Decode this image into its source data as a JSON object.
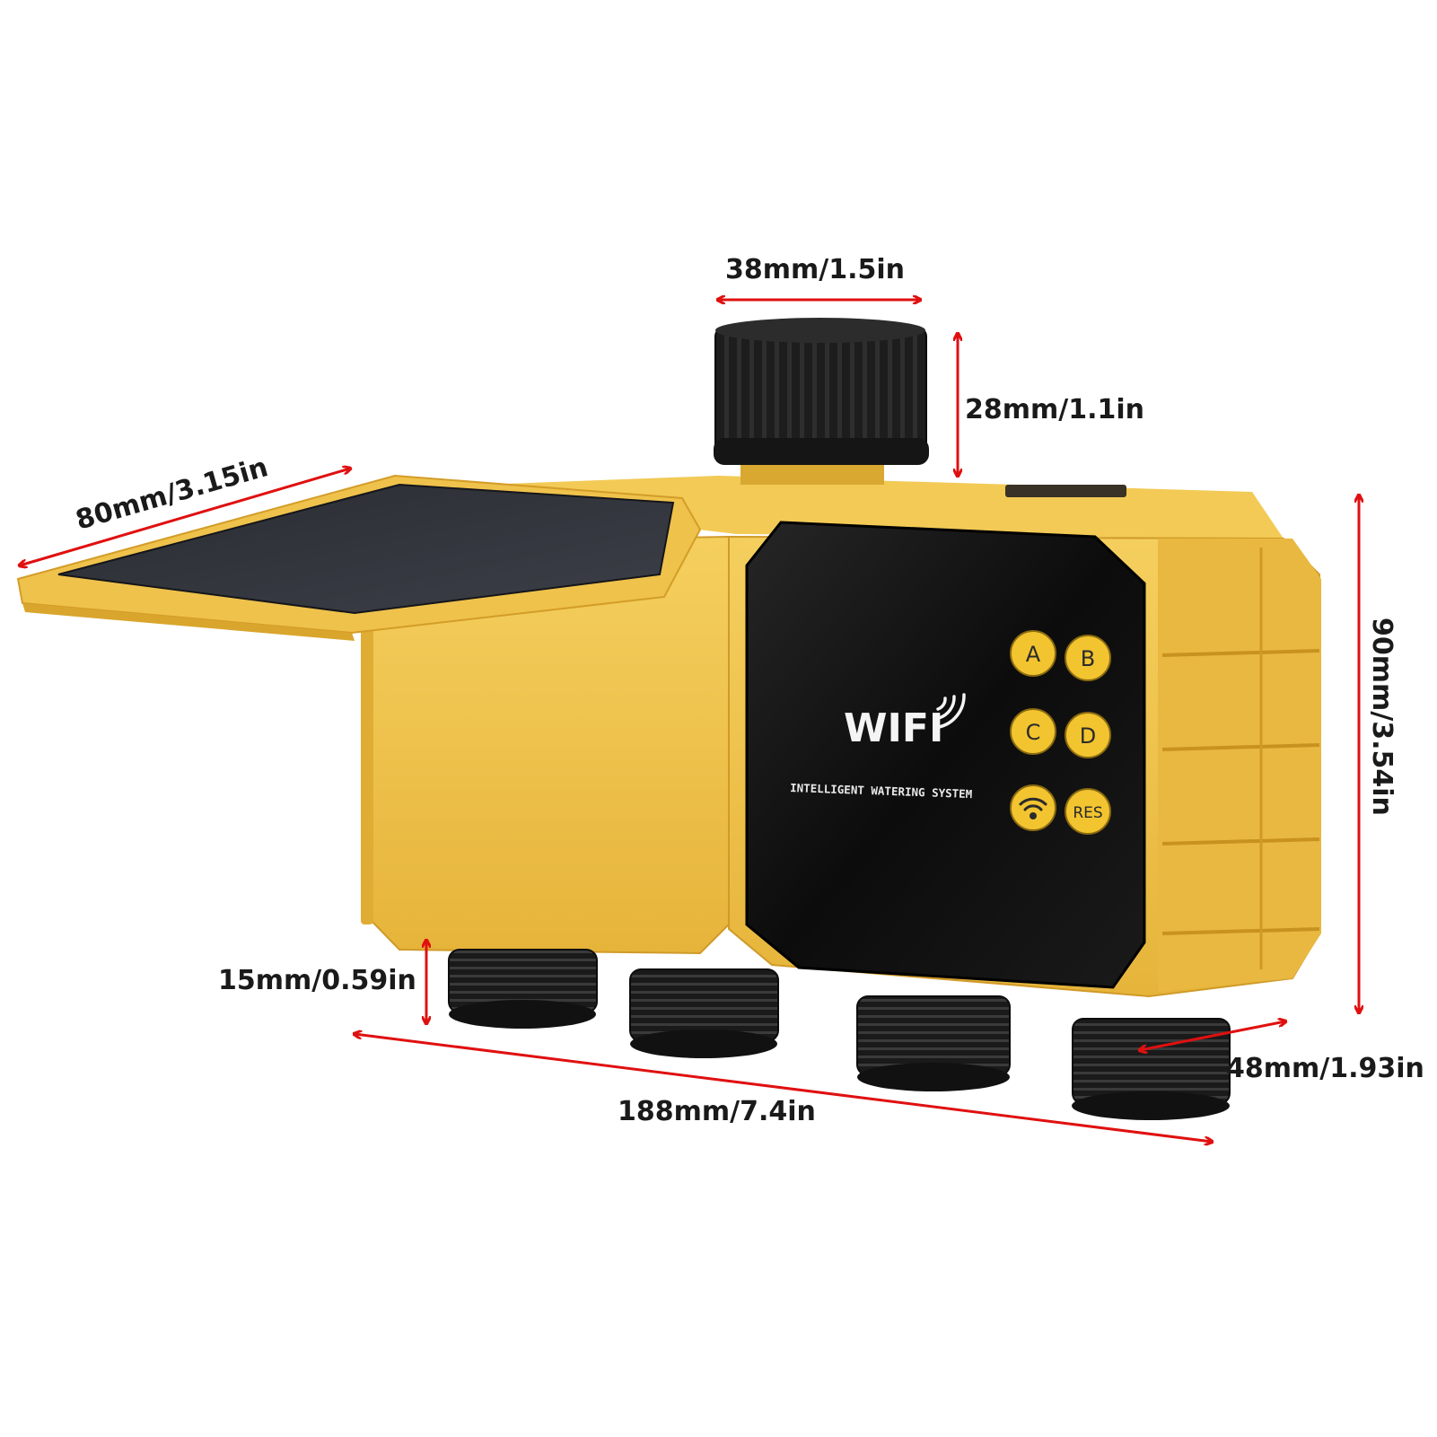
{
  "product": {
    "brand": "WIFI",
    "tagline": "INTELLIGENT WATERING SYSTEM",
    "buttons": {
      "a": "A",
      "b": "B",
      "c": "C",
      "d": "D",
      "res": "RES"
    }
  },
  "dimensions": {
    "panel_width": "80mm/3.15in",
    "inlet_diameter": "38mm/1.5in",
    "inlet_height": "28mm/1.1in",
    "body_height": "90mm/3.54in",
    "outlet_length": "15mm/0.59in",
    "body_width": "188mm/7.4in",
    "body_depth": "48mm/1.93in"
  },
  "colors": {
    "body": "#f0c24a",
    "body_shadow": "#d9a52c",
    "panel": "#111111",
    "arrow": "#e01010",
    "connector": "#1c1c1c"
  }
}
